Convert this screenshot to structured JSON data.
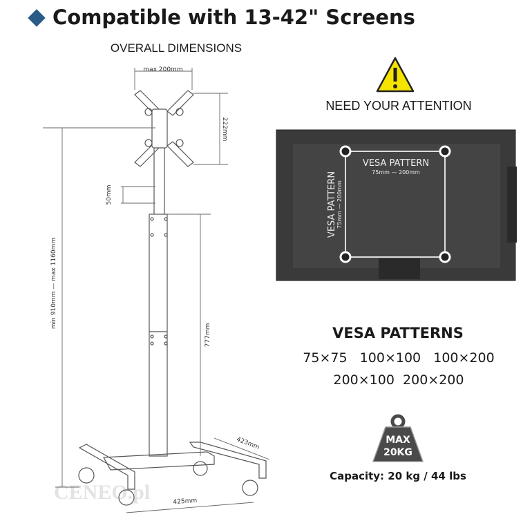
{
  "header": {
    "title": "Compatible with 13-42\" Screens",
    "bullet_icon": "diamond-icon",
    "bullet_color": "#2a5a86"
  },
  "diagram": {
    "heading": "OVERALL DIMENSIONS",
    "dimensions": {
      "bracket_width": "max 200mm",
      "bracket_height": "222mm",
      "adjust_step": "50mm",
      "total_height": "min 910mm  —  max 1160mm",
      "pole_height": "777mm",
      "base_depth": "423mm",
      "base_width": "425mm"
    },
    "watermark": "CENEO.pl"
  },
  "attention": {
    "icon": "warning-icon",
    "label": "NEED YOUR ATTENTION",
    "warning_color": "#f5e400"
  },
  "tv_image": {
    "horizontal_label": "VESA PATTERN",
    "horizontal_range": "75mm — 200mm",
    "vertical_label": "VESA PATTERN",
    "vertical_range": "75mm — 200mm"
  },
  "vesa": {
    "title": "VESA PATTERNS",
    "line1": "75×75   100×100   100×200",
    "line2": "200×100  200×200"
  },
  "capacity": {
    "badge_line1": "MAX",
    "badge_line2": "20KG",
    "label": "Capacity: 20 kg / 44 lbs"
  }
}
